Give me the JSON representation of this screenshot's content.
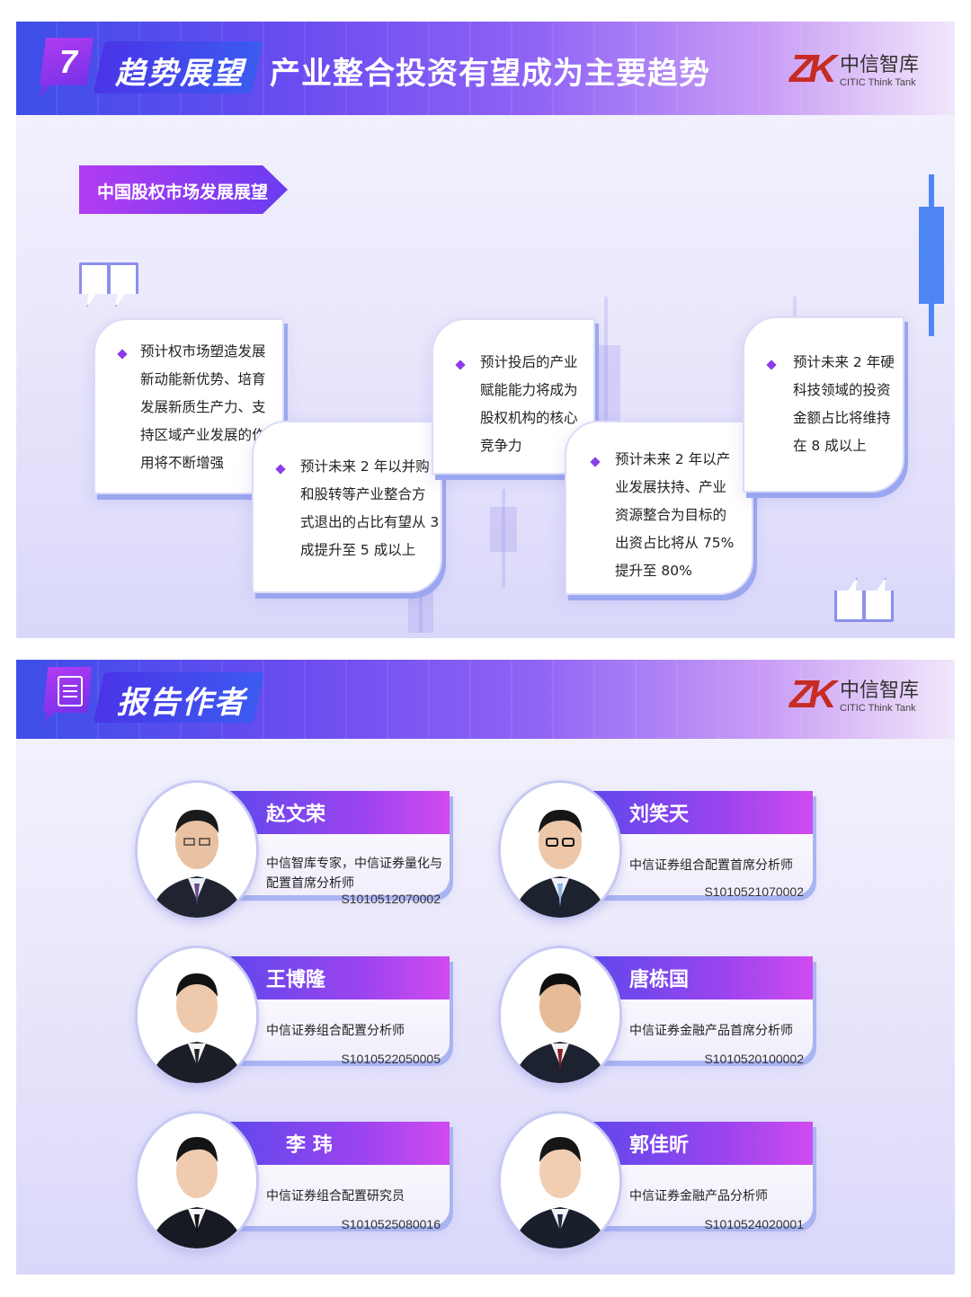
{
  "slide1": {
    "number": "7",
    "section": "趋势展望",
    "title": "产业整合投资有望成为主要趋势",
    "logo_cn": "中信智库",
    "logo_en": "CITIC Think Tank",
    "logo_mark": "ZK",
    "subtitle": "中国股权市场发展展望",
    "cards": [
      {
        "lines": [
          "预计权市场塑造发展",
          "新动能新优势、培育",
          "发展新质生产力、支",
          "持区域产业发展的作",
          "用将不断增强"
        ]
      },
      {
        "lines": [
          "预计未来 2 年以并购",
          "和股转等产业整合方",
          "式退出的占比有望从 3",
          "成提升至 5 成以上"
        ]
      },
      {
        "lines": [
          "预计投后的产业",
          "赋能能力将成为",
          "股权机构的核心",
          "竞争力"
        ]
      },
      {
        "lines": [
          "预计未来 2 年以产",
          "业发展扶持、产业",
          "资源整合为目标的",
          "出资占比将从 75%",
          "提升至 80%"
        ]
      },
      {
        "lines": [
          "预计未来 2 年硬",
          "科技领域的投资",
          "金额占比将维持",
          "在 8 成以上"
        ]
      }
    ]
  },
  "slide2": {
    "section": "报告作者",
    "logo_cn": "中信智库",
    "logo_en": "CITIC Think Tank",
    "logo_mark": "ZK",
    "authors": [
      {
        "name": "赵文荣",
        "title": "中信智库专家，中信证券量化与配置首席分析师",
        "id": "S1010512070002"
      },
      {
        "name": "刘笑天",
        "title": "中信证券组合配置首席分析师",
        "id": "S1010521070002"
      },
      {
        "name": "王博隆",
        "title": "中信证券组合配置分析师",
        "id": "S1010522050005"
      },
      {
        "name": "唐栋国",
        "title": "中信证券金融产品首席分析师",
        "id": "S1010520100002"
      },
      {
        "name": "李 玮",
        "title": "中信证券组合配置研究员",
        "id": "S1010525080016"
      },
      {
        "name": "郭佳昕",
        "title": "中信证券金融产品分析师",
        "id": "S1010524020001"
      }
    ]
  },
  "colors": {
    "accent_purple": "#8a3de8",
    "header_blue": "#3d4ee8",
    "logo_red": "#c62b24"
  }
}
